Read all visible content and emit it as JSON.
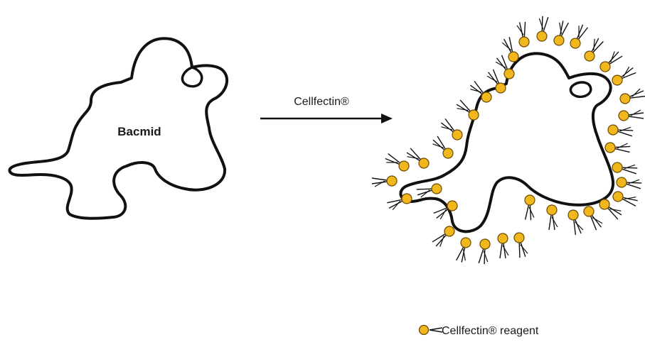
{
  "diagram": {
    "bacmid_label": "Bacmid",
    "arrow_label": "Cellfectin®",
    "legend_label": "Cellfectin® reagent"
  },
  "colors": {
    "outline": "#111111",
    "lipid_head": "#f0b81c",
    "lipid_head_stroke": "#6b4a00",
    "text": "#1a1a1a"
  },
  "icons": {
    "lipid": "lipid-molecule-icon",
    "arrow": "arrow-right-icon"
  }
}
